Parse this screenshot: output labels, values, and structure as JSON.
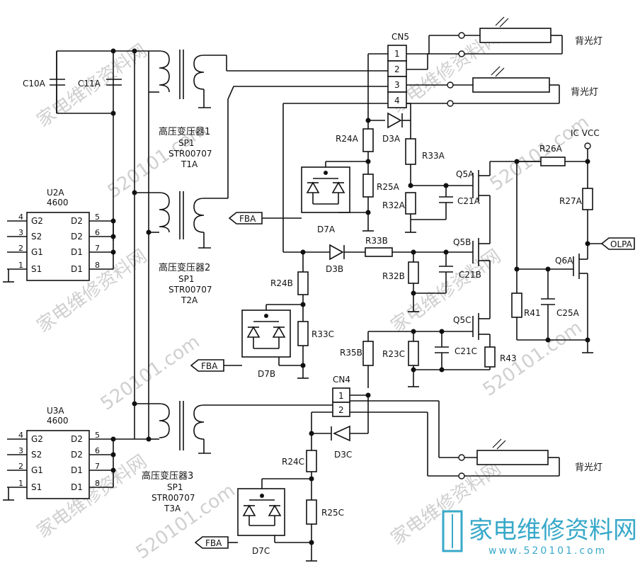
{
  "connectors": {
    "cn5": {
      "title": "CN5",
      "pins": [
        "1",
        "2",
        "3",
        "4"
      ]
    },
    "cn4": {
      "title": "CN4",
      "pins": [
        "1",
        "2"
      ]
    }
  },
  "lamps": [
    "背光灯",
    "背光灯",
    "背光灯"
  ],
  "transformers": [
    {
      "name": "高压变压器1",
      "line2": "SP1",
      "line3": "STR00707",
      "line4": "T1A"
    },
    {
      "name": "高压变压器2",
      "line2": "SP1",
      "line3": "STR00707",
      "line4": "T2A"
    },
    {
      "name": "高压变压器3",
      "line2": "SP1",
      "line3": "STR00707",
      "line4": "T3A"
    }
  ],
  "ics": {
    "u2a": {
      "name": "U2A",
      "part": "4600",
      "left": [
        {
          "num": "4",
          "label": "G2"
        },
        {
          "num": "3",
          "label": "S2"
        },
        {
          "num": "2",
          "label": "G1"
        },
        {
          "num": "1",
          "label": "S1"
        }
      ],
      "right": [
        {
          "num": "5",
          "label": "D2"
        },
        {
          "num": "6",
          "label": "D2"
        },
        {
          "num": "7",
          "label": "D1"
        },
        {
          "num": "8",
          "label": "D1"
        }
      ]
    },
    "u3a": {
      "name": "U3A",
      "part": "4600",
      "left": [
        {
          "num": "4",
          "label": "G2"
        },
        {
          "num": "3",
          "label": "S2"
        },
        {
          "num": "2",
          "label": "G1"
        },
        {
          "num": "1",
          "label": "S1"
        }
      ],
      "right": [
        {
          "num": "5",
          "label": "D2"
        },
        {
          "num": "6",
          "label": "D2"
        },
        {
          "num": "7",
          "label": "D1"
        },
        {
          "num": "8",
          "label": "D1"
        }
      ]
    }
  },
  "capacitors": {
    "c10a": "C10A",
    "c11a": "C11A",
    "c21a": "C21A",
    "c21b": "C21B",
    "c21c": "C21C",
    "c25a": "C25A"
  },
  "resistors": {
    "r24a": "R24A",
    "r25a": "R25A",
    "r33a": "R33A",
    "r32a": "R32A",
    "r33b": "R33B",
    "r32b": "R32B",
    "r24b": "R24B",
    "r33c": "R33C",
    "r35b": "R35B",
    "r23c": "R23C",
    "r43": "R43",
    "r24c": "R24C",
    "r25c": "R25C",
    "r26a": "R26A",
    "r27a": "R27A",
    "r41": "R41"
  },
  "diodes": {
    "d3a": "D3A",
    "d3b": "D3B",
    "d3c": "D3C",
    "d7a": "D7A",
    "d7b": "D7B",
    "d7c": "D7C"
  },
  "transistors": {
    "q5a": "Q5A",
    "q5b": "Q5B",
    "q5c": "Q5C",
    "q6a": "Q6A"
  },
  "nets": {
    "fba": "FBA",
    "olpa": "OLPA",
    "icvcc": "IC VCC"
  },
  "watermark": {
    "site_cn": "家电维修资料网",
    "site_num": "520101.com",
    "logo_cn": "家电维修资料网",
    "logo_url": "www.520101.com"
  },
  "colors": {
    "ink": "#111111",
    "watermark": "#cfcfcf",
    "logo": "#38a9c9"
  }
}
